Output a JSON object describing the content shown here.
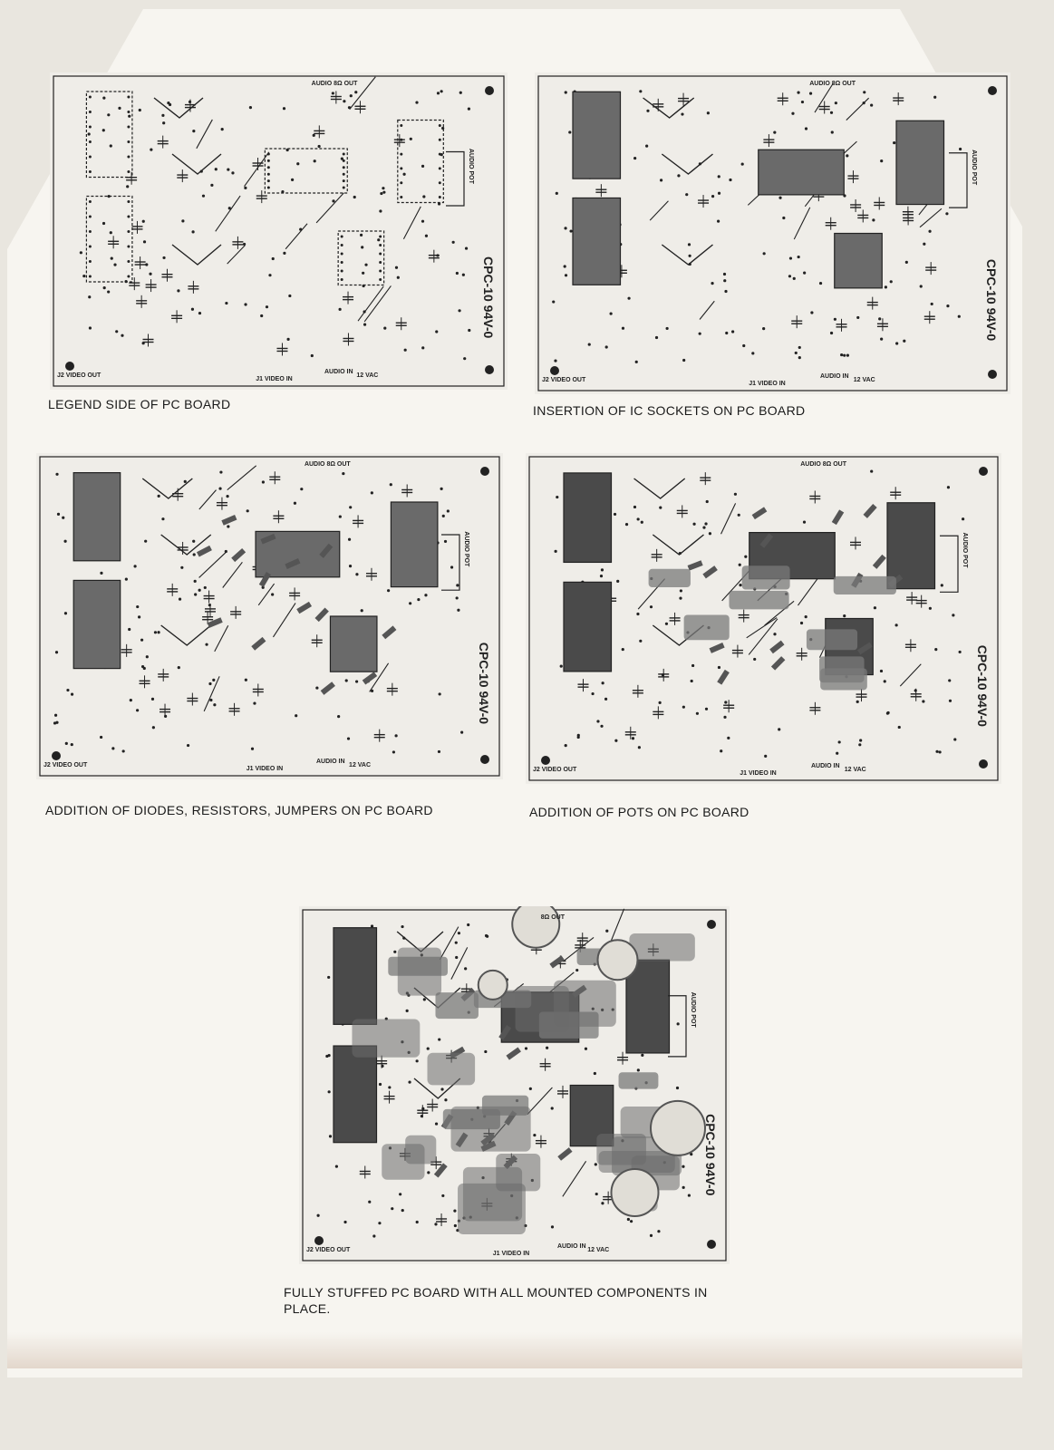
{
  "boards": [
    {
      "id": "legend",
      "stage": "legend",
      "caption": "LEGEND SIDE OF PC BOARD",
      "board_label": "CPC-10 94V-0",
      "labels": {
        "audio_out": "AUDIO 8Ω OUT",
        "video_out": "J2 VIDEO OUT",
        "video_in": "J1 VIDEO IN",
        "audio_in": "AUDIO IN",
        "power": "12 VAC",
        "audio_pot": "AUDIO POT"
      }
    },
    {
      "id": "ic-sockets",
      "stage": "sockets",
      "caption": "INSERTION OF IC SOCKETS ON PC BOARD",
      "board_label": "CPC-10 94V-0",
      "labels": {
        "audio_out": "AUDIO 8Ω OUT",
        "video_out": "J2 VIDEO OUT",
        "video_in": "J1 VIDEO IN",
        "audio_in": "AUDIO IN",
        "power": "12 VAC",
        "audio_pot": "AUDIO POT"
      }
    },
    {
      "id": "diodes-resistors",
      "stage": "diodes",
      "caption": "ADDITION OF DIODES, RESISTORS, JUMPERS ON PC BOARD",
      "board_label": "CPC-10 94V-0",
      "labels": {
        "audio_out": "AUDIO 8Ω OUT",
        "video_out": "J2 VIDEO OUT",
        "video_in": "J1 VIDEO IN",
        "audio_in": "AUDIO IN",
        "power": "12 VAC",
        "audio_pot": "AUDIO POT"
      }
    },
    {
      "id": "pots",
      "stage": "pots",
      "caption": "ADDITION OF POTS ON PC BOARD",
      "board_label": "CPC-10 94V-0",
      "labels": {
        "audio_out": "AUDIO 8Ω OUT",
        "video_out": "J2 VIDEO OUT",
        "video_in": "J1 VIDEO IN",
        "audio_in": "AUDIO IN",
        "power": "12 VAC",
        "audio_pot": "AUDIO POT"
      }
    },
    {
      "id": "fully-stuffed",
      "stage": "full",
      "caption": "FULLY STUFFED PC BOARD WITH ALL MOUNTED COMPONENTS IN PLACE.",
      "board_label": "CPC-10 94V-0",
      "labels": {
        "audio_out": "8Ω OUT",
        "video_out": "J2 VIDEO OUT",
        "video_in": "J1 VIDEO IN",
        "audio_in": "AUDIO IN",
        "power": "12 VAC",
        "audio_pot": "AUDIO POT"
      }
    }
  ],
  "colors": {
    "ink": "#222222",
    "paper": "#f7f5f0",
    "component": "#5a5a5a"
  }
}
